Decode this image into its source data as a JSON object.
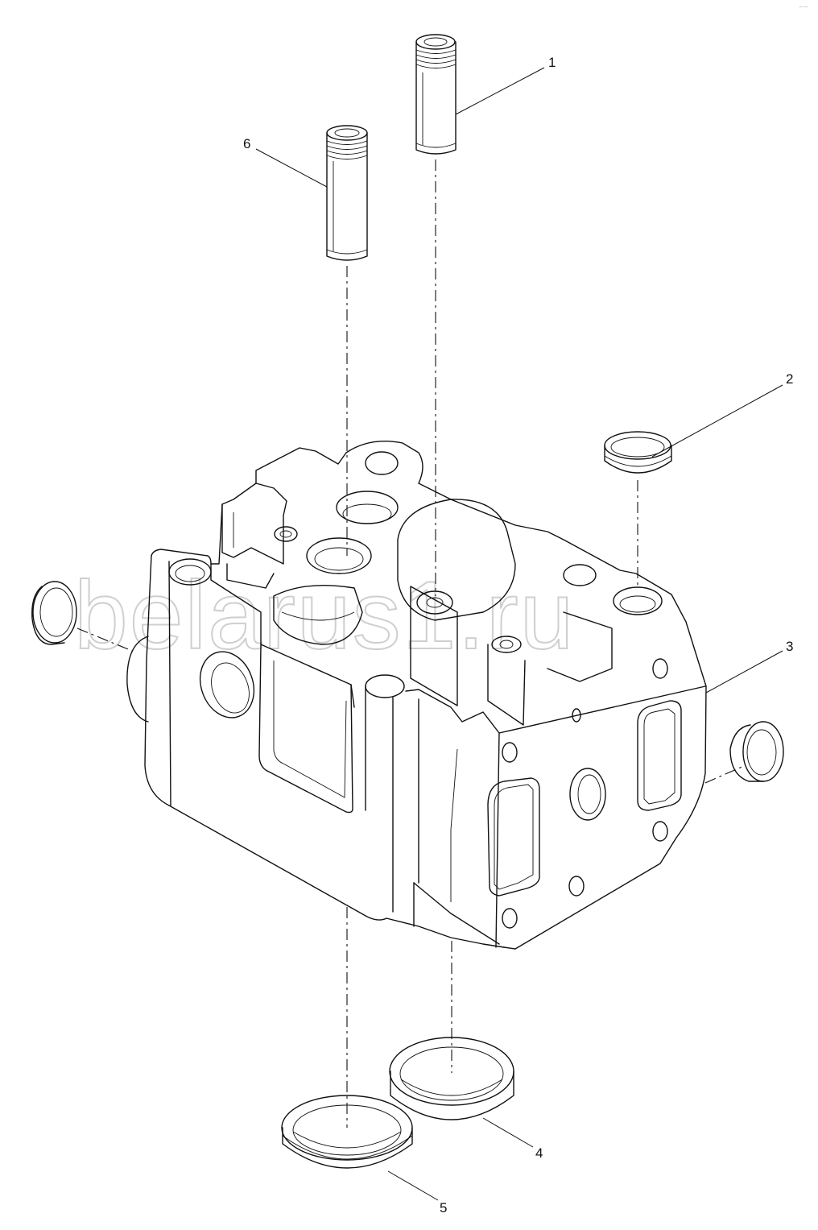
{
  "watermark": "belarus1.ru",
  "callouts": {
    "c1": "1",
    "c2": "2",
    "c3": "3",
    "c4": "4",
    "c5": "5",
    "c6": "6"
  },
  "corner_mark": "−−"
}
